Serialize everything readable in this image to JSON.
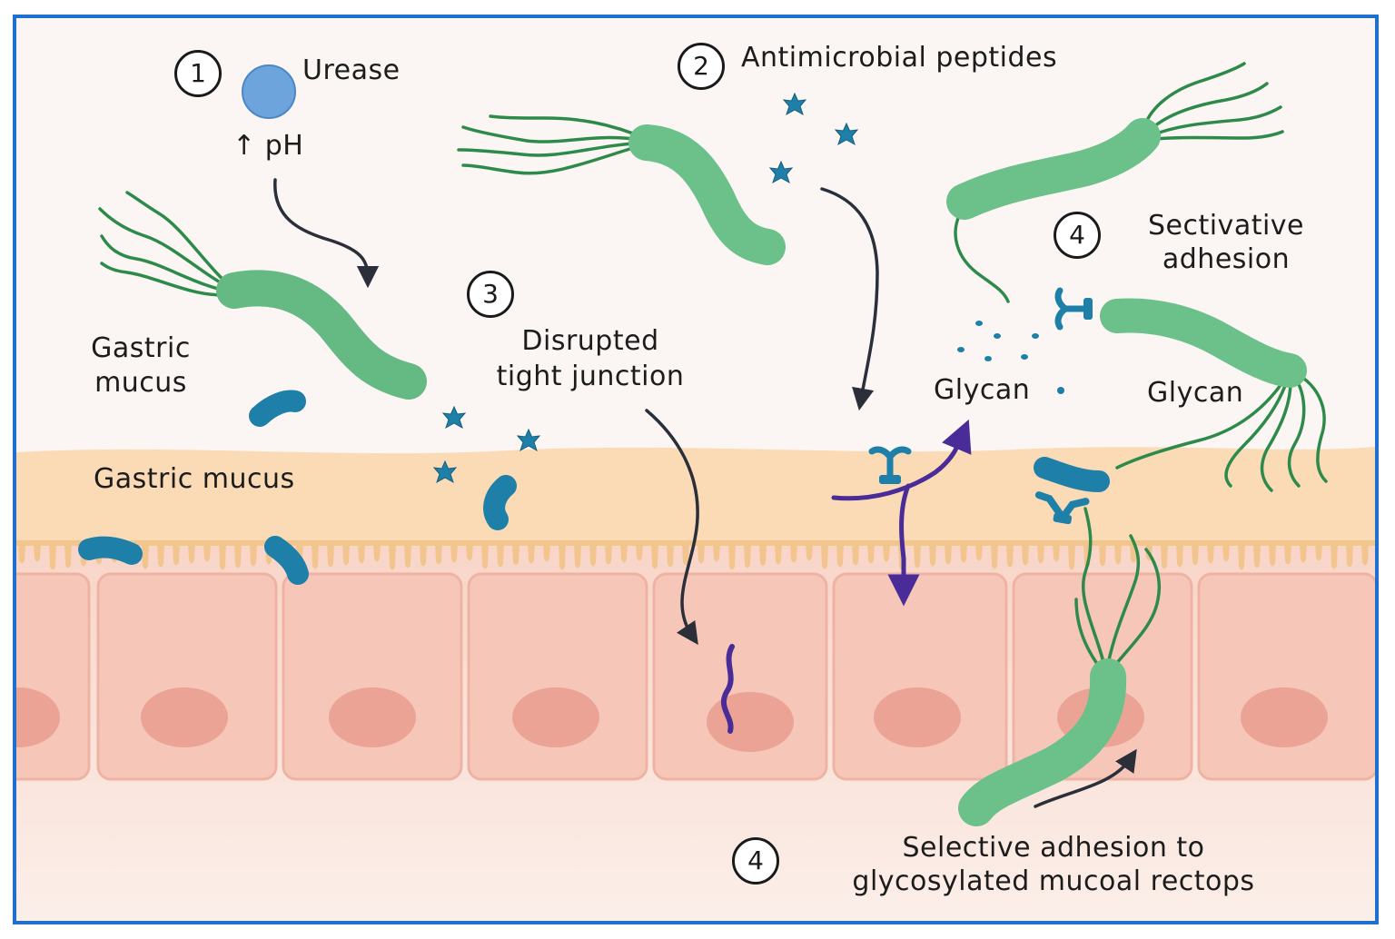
{
  "steps": {
    "step1": {
      "number": "1",
      "label": "Urease",
      "sub": "pH",
      "arrow": "↑"
    },
    "step2": {
      "number": "2",
      "label": "Antimicrobial peptides"
    },
    "step3": {
      "number": "3",
      "line1": "Disrupted",
      "line2": "tight junction"
    },
    "step4a": {
      "number": "4",
      "line1": "Sectivative",
      "line2": "adhesion"
    },
    "step4b": {
      "number": "4",
      "line1": "Selective adhesion to",
      "line2": "glycosylated mucoal rectops"
    }
  },
  "labels": {
    "gastric_mucus_upper_1": "Gastric",
    "gastric_mucus_upper_2": "mucus",
    "gastric_mucus_layer": "Gastric mucus",
    "glycan_left": "Glycan",
    "glycan_right": "Glycan"
  },
  "colors": {
    "frame": "#1f6fd1",
    "bacterium": "#6cc08a",
    "flagella": "#2e8a4a",
    "mucus_layer": "#fadbb6",
    "epithelial_cell": "#f6c7b8",
    "nucleus": "#eba396",
    "peptide_star": "#1e7fa8",
    "receptor": "#1e7fa8",
    "glycan_arrow": "#4a2c98"
  }
}
